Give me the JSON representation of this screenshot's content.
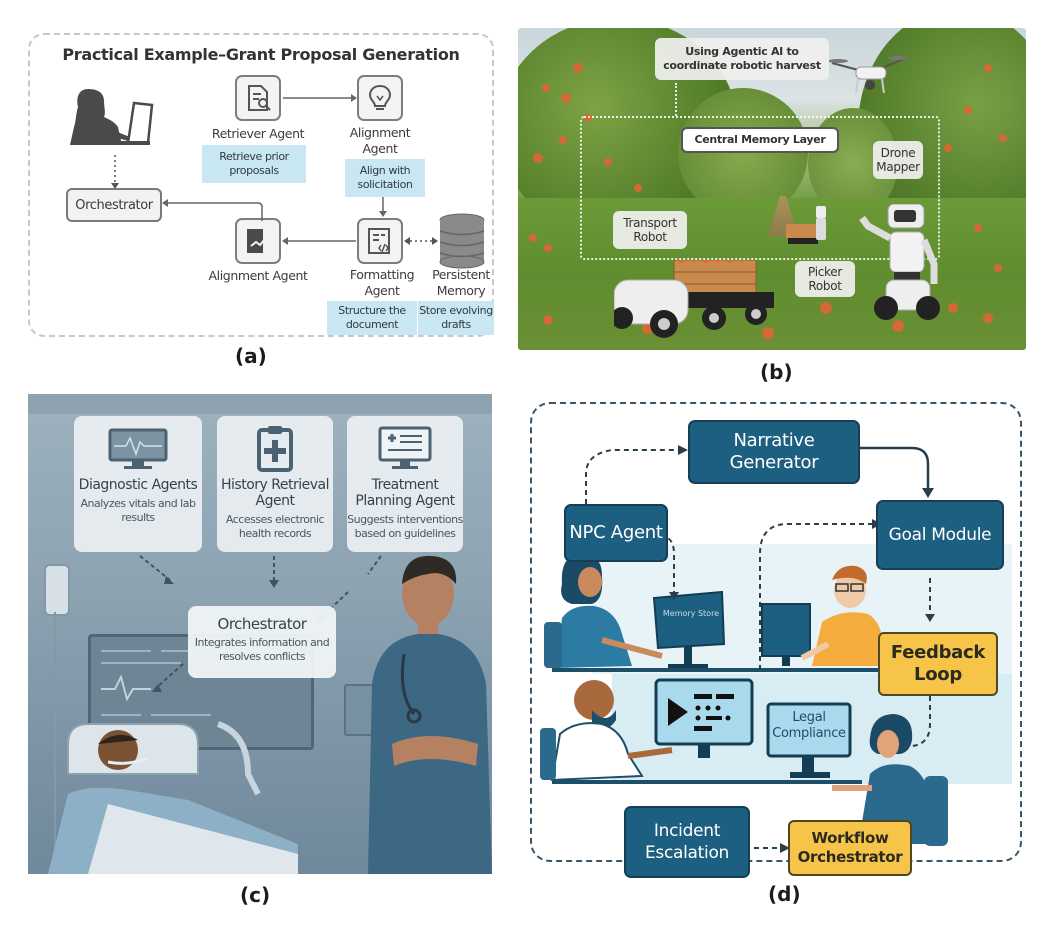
{
  "captions": {
    "a": "(a)",
    "b": "(b)",
    "c": "(c)",
    "d": "(d)"
  },
  "panel_a": {
    "title": "Practical Example–Grant Proposal Generation",
    "orchestrator": "Orchestrator",
    "agents": [
      {
        "id": "retriever",
        "label": "Retriever Agent",
        "icon": "document-search-icon",
        "note": "Retrieve prior proposals"
      },
      {
        "id": "alignment-top",
        "label": "Alignment Agent",
        "icon": "lightbulb-icon",
        "note": "Align with solicitation"
      },
      {
        "id": "formatting",
        "label": "Formatting Agent",
        "icon": "code-document-icon",
        "note": "Structure the document"
      },
      {
        "id": "alignment-bottom",
        "label": "Alignment Agent",
        "icon": "chart-check-icon",
        "note": ""
      },
      {
        "id": "memory",
        "label": "Persistent Memory",
        "icon": "database-icon",
        "note": "Store evolving drafts"
      }
    ],
    "user_icon": "person-laptop-icon"
  },
  "panel_b": {
    "header": "Using Agentic AI to coordinate robotic harvest",
    "memory_layer": "Central Memory Layer",
    "labels": {
      "drone": "Drone Mapper",
      "transport": "Transport Robot",
      "picker": "Picker Robot"
    }
  },
  "panel_c": {
    "cards": [
      {
        "title": "Diagnostic Agents",
        "desc": "Analyzes vitals and lab results",
        "icon": "heart-monitor-icon"
      },
      {
        "title": "History Retrieval Agent",
        "desc": "Accesses electronic health records",
        "icon": "medical-clipboard-icon"
      },
      {
        "title": "Treatment Planning Agent",
        "desc": "Suggests interventions based on guidelines",
        "icon": "treatment-screen-icon"
      }
    ],
    "orchestrator": {
      "title": "Orchestrator",
      "desc": "Integrates information and resolves conflicts"
    }
  },
  "panel_d": {
    "narrative": "Narrative Generator",
    "npc": "NPC Agent",
    "goal": "Goal Module",
    "memory_store": "Memory Store",
    "feedback": "Feedback Loop",
    "legal": "Legal Compliance",
    "incident": "Incident Escalation",
    "workflow": "Workflow Orchestrator",
    "colors": {
      "primary": "#1d5f80",
      "accent": "#f7c44a"
    }
  }
}
